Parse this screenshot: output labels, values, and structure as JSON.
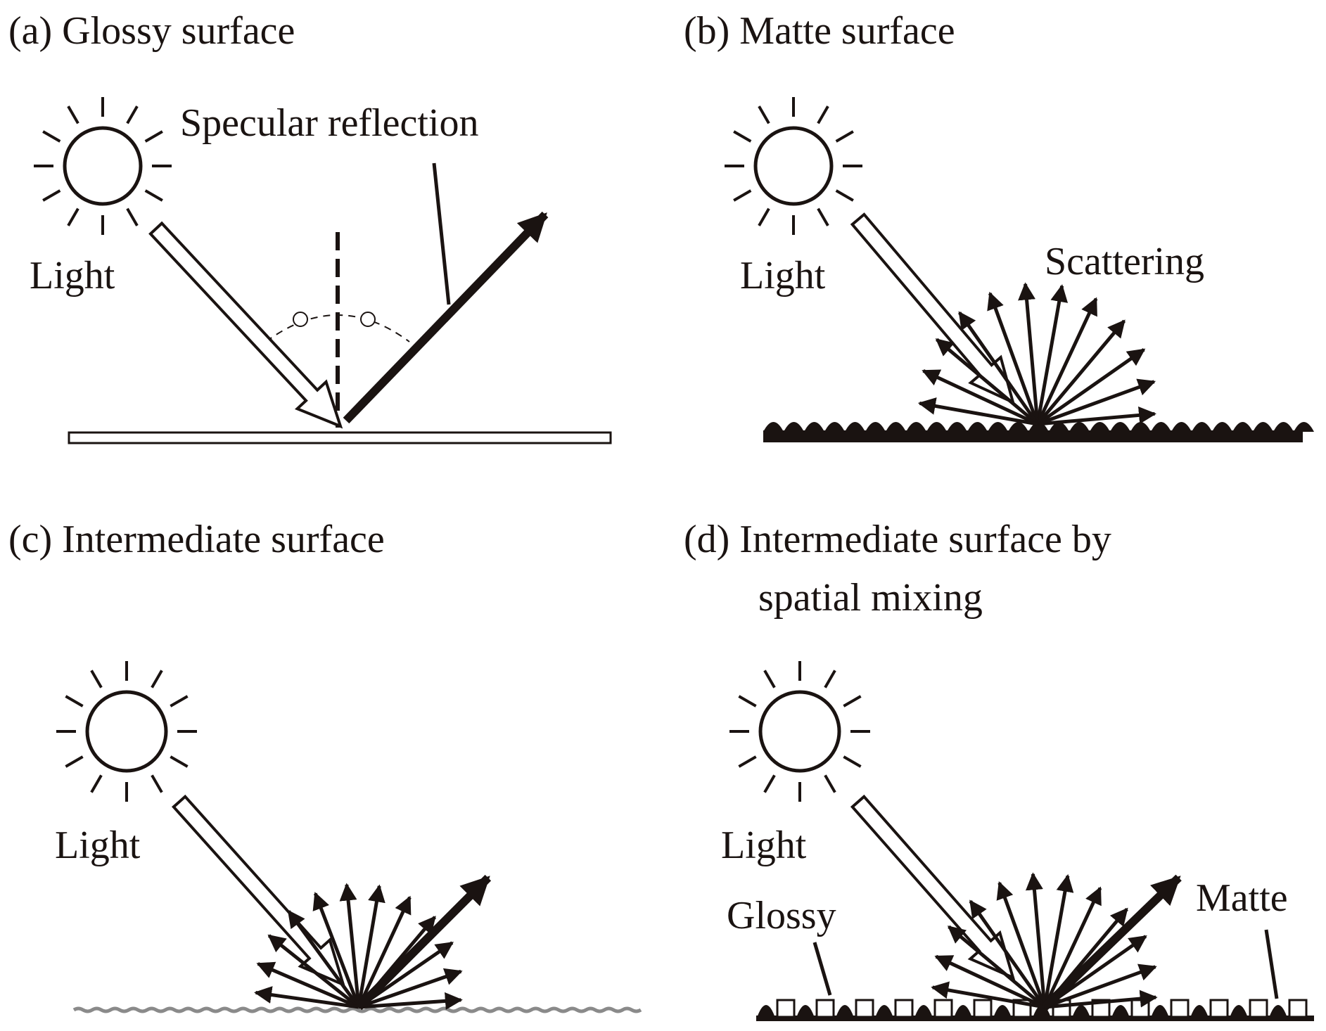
{
  "figure": {
    "colors": {
      "ink": "#1a1311",
      "paper": "#ffffff",
      "wave": "#8a8a8a"
    },
    "panels": [
      {
        "id": "a",
        "title": "(a) Glossy surface",
        "labels": {
          "light": "Light",
          "specular": "Specular reflection"
        }
      },
      {
        "id": "b",
        "title": "(b) Matte surface",
        "labels": {
          "light": "Light",
          "scattering": "Scattering"
        }
      },
      {
        "id": "c",
        "title": "(c) Intermediate surface",
        "labels": {
          "light": "Light"
        }
      },
      {
        "id": "d",
        "title_line1": "(d) Intermediate surface by",
        "title_line2": "spatial mixing",
        "labels": {
          "light": "Light",
          "glossy": "Glossy",
          "matte": "Matte"
        }
      }
    ]
  }
}
